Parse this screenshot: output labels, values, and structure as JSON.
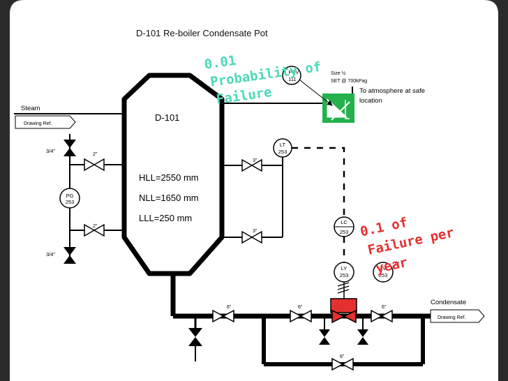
{
  "title": "D-101 Re-boiler Condensate Pot",
  "vessel": {
    "tag": "D-101",
    "hll": "HLL=2550 mm",
    "nll": "NLL=1650 mm",
    "lll": "LLL=250 mm"
  },
  "streams": {
    "steam_label": "Steam",
    "steam_ref": "Drawing Ref.",
    "condensate_label": "Condensate",
    "condensate_ref": "Drawing Ref.",
    "atmosphere_line1": "To atmosphere at safe",
    "atmosphere_line2": "location"
  },
  "psv": {
    "tag_top": "PSV",
    "tag_num": "111",
    "size": "Size ½",
    "set": "SET @ 700kPag"
  },
  "instruments": {
    "pg": [
      "PG",
      "253"
    ],
    "lt": [
      "LT",
      "253"
    ],
    "lc": [
      "LC",
      "253"
    ],
    "ly": [
      "LY",
      "253"
    ],
    "lv": [
      "LV",
      "253"
    ]
  },
  "pipe_sizes": {
    "three_quarter_top": "3/4\"",
    "three_quarter_bottom": "3/4\"",
    "two_top": "2\"",
    "two_bottom": "2\"",
    "three_top": "3\"",
    "three_bottom": "3\"",
    "six_a": "6\"",
    "six_b": "6\"",
    "six_c": "6\"",
    "six_d": "6\"",
    "six_bypass": "6\""
  },
  "annotations": {
    "psv_prob_1": "0.01",
    "psv_prob_2": "Probability of",
    "psv_prob_3": "Failure",
    "lv_fail_1": "0.1 of",
    "lv_fail_2": "Failure per",
    "lv_fail_3": "year"
  },
  "colors": {
    "annotation": "#4dd9b8",
    "psv_fill": "#22b14c",
    "valve_red": "#e53030",
    "frame": "#2b2b2b"
  }
}
